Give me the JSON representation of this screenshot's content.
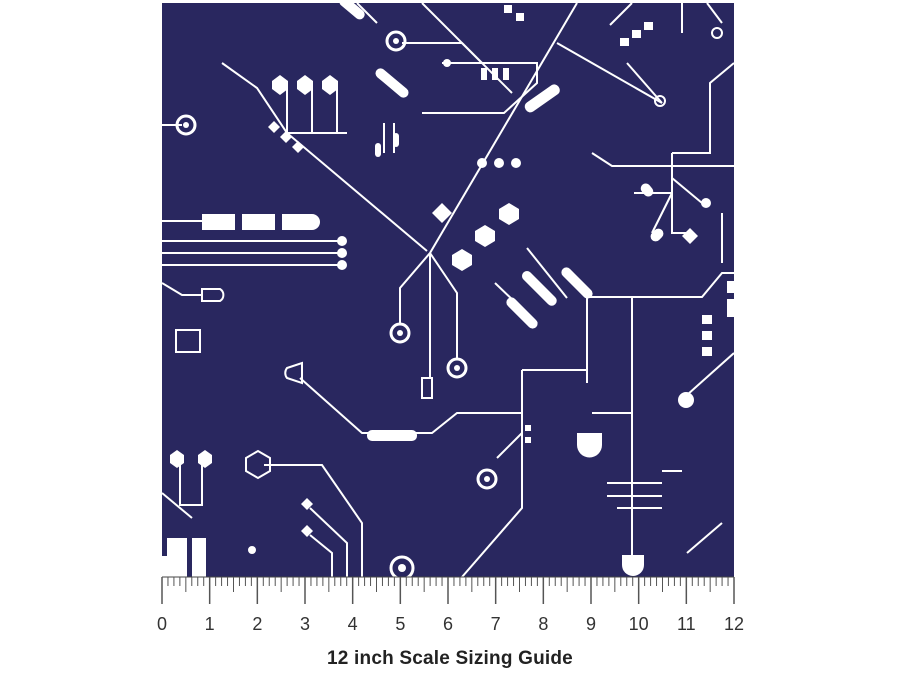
{
  "pattern": {
    "background_color": "#29275f",
    "line_color": "#ffffff"
  },
  "ruler": {
    "unit": "inch",
    "labels": [
      "0",
      "1",
      "2",
      "3",
      "4",
      "5",
      "6",
      "7",
      "8",
      "9",
      "10",
      "11",
      "12"
    ],
    "minor_divisions": 8
  },
  "caption": "12 inch Scale Sizing Guide"
}
